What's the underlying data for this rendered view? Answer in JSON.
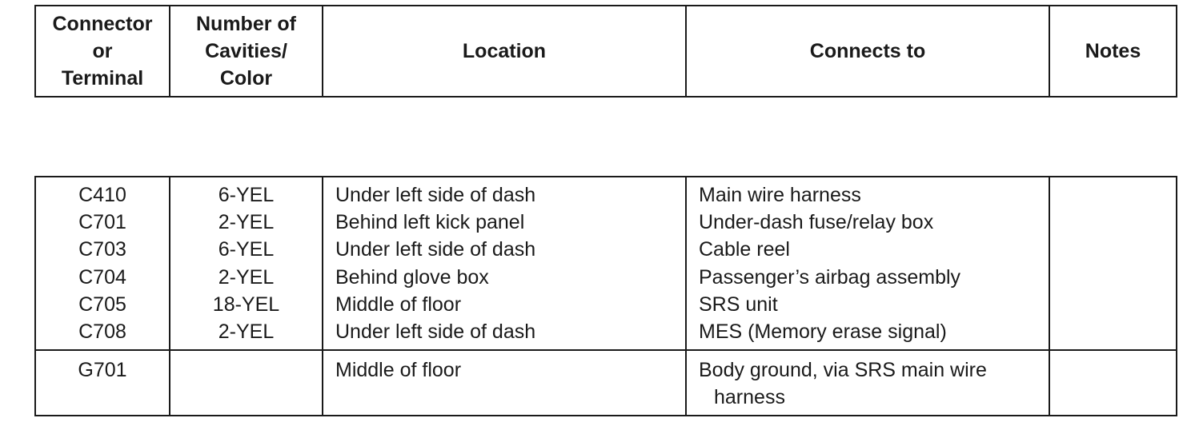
{
  "header": {
    "col1": "Connector\nor\nTerminal",
    "col2": "Number of\nCavities/\nColor",
    "col3": "Location",
    "col4": "Connects to",
    "col5": "Notes"
  },
  "group_rows": [
    {
      "connector": "C410",
      "cavities": "6-YEL",
      "location": "Under left side of dash",
      "connects_to": "Main wire harness"
    },
    {
      "connector": "C701",
      "cavities": "2-YEL",
      "location": "Behind left kick panel",
      "connects_to": "Under-dash fuse/relay box"
    },
    {
      "connector": "C703",
      "cavities": "6-YEL",
      "location": "Under left side of dash",
      "connects_to": "Cable reel"
    },
    {
      "connector": "C704",
      "cavities": "2-YEL",
      "location": "Behind glove box",
      "connects_to": "Passenger’s airbag assembly"
    },
    {
      "connector": "C705",
      "cavities": "18-YEL",
      "location": "Middle of floor",
      "connects_to": "SRS unit"
    },
    {
      "connector": "C708",
      "cavities": "2-YEL",
      "location": "Under left side of dash",
      "connects_to": "MES (Memory erase signal)"
    }
  ],
  "last_row": {
    "connector": "G701",
    "cavities": "",
    "location": "Middle of floor",
    "connects_to_line1": "Body ground, via SRS main wire",
    "connects_to_line2": "harness"
  }
}
